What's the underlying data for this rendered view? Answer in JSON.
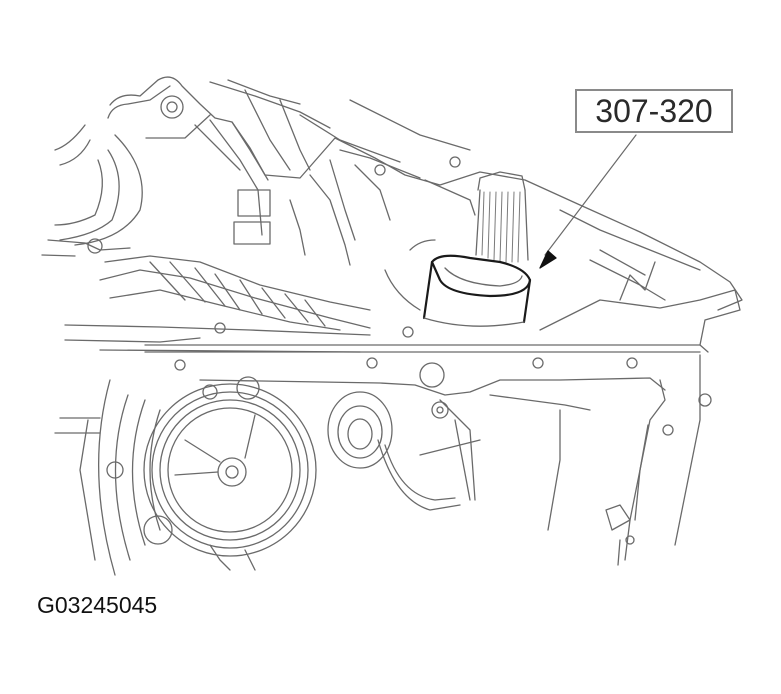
{
  "figure": {
    "type": "service-illustration",
    "subject": "transmission case with special tool installed over input shaft",
    "callout": {
      "label": "307-320",
      "target": "special-tool-seal-installer"
    },
    "figure_id": "G03245045",
    "colors": {
      "background": "#ffffff",
      "line": "#555555",
      "line_dark": "#111111",
      "callout_border": "#8a8a8a",
      "text": "#111111"
    }
  }
}
